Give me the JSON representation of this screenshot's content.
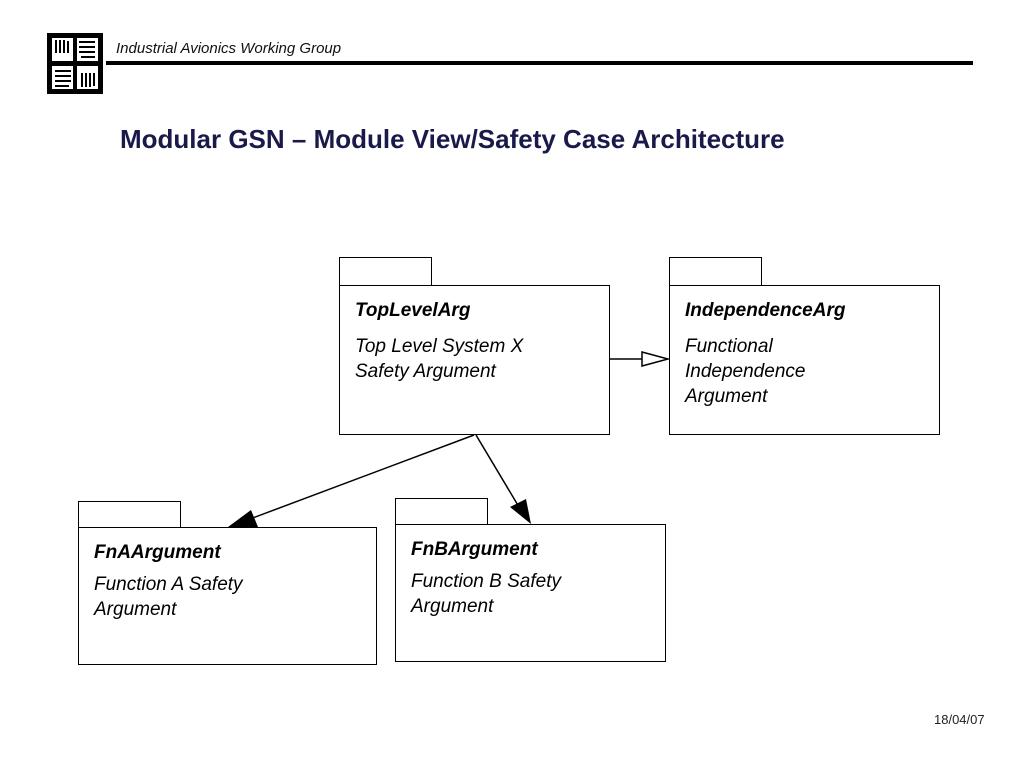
{
  "header": {
    "org_name": "Industrial Avionics Working Group",
    "logo_icon": "hands-logo-icon"
  },
  "title": "Modular GSN – Module View/Safety Case Architecture",
  "modules": {
    "top": {
      "name": "TopLevelArg",
      "description": "Top Level System X Safety Argument"
    },
    "independence": {
      "name": "IndependenceArg",
      "description": "Functional Independence Argument"
    },
    "fna": {
      "name": "FnAArgument",
      "description": "Function A Safety Argument"
    },
    "fnb": {
      "name": "FnBArgument",
      "description": "Function B Safety Argument"
    }
  },
  "relationships": [
    {
      "from": "TopLevelArg",
      "to": "IndependenceArg",
      "kind": "in-context-of"
    },
    {
      "from": "TopLevelArg",
      "to": "FnAArgument",
      "kind": "supported-by"
    },
    {
      "from": "TopLevelArg",
      "to": "FnBArgument",
      "kind": "supported-by"
    }
  ],
  "footer": {
    "date": "18/04/07"
  }
}
